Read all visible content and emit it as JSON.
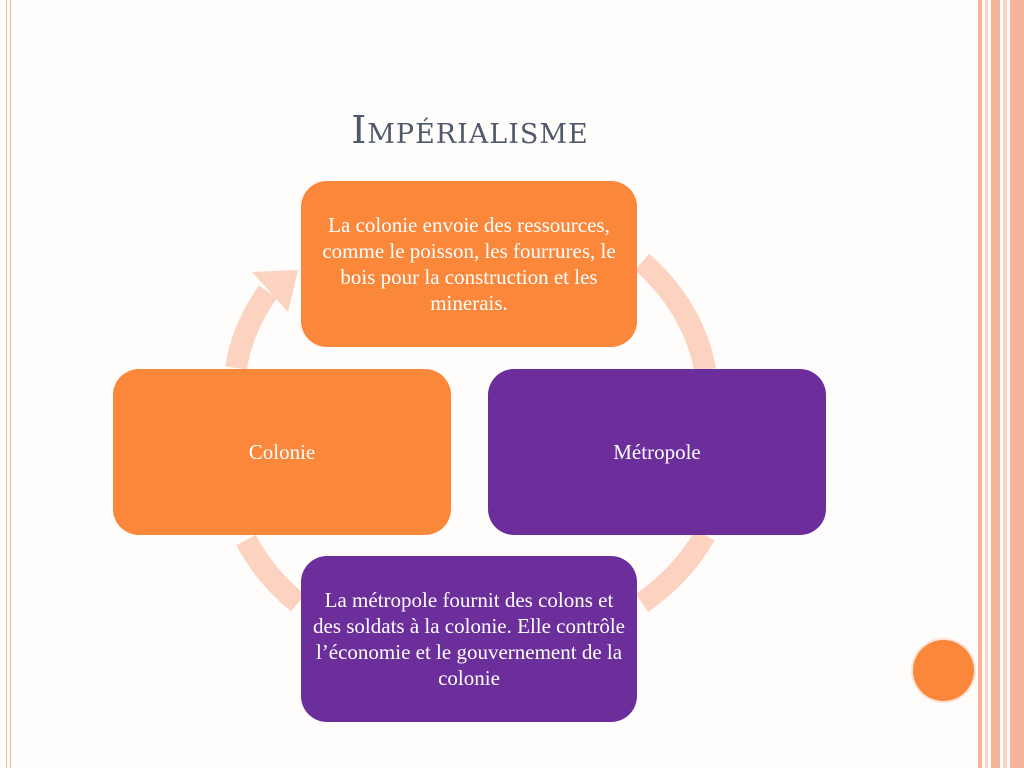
{
  "slide": {
    "title": "Impérialisme"
  },
  "diagram": {
    "type": "cycle",
    "nodes": [
      {
        "id": "top",
        "text": "La colonie envoie des ressources, comme le poisson, les fourrures, le bois pour la construction et les minerais.",
        "color": "#fb873a"
      },
      {
        "id": "right",
        "text": "Métropole",
        "color": "#6b2e9b"
      },
      {
        "id": "bottom",
        "text": "La métropole fournit des colons et des soldats à la colonie. Elle contrôle l’économie et le gouvernement de la colonie",
        "color": "#6b2e9b"
      },
      {
        "id": "left",
        "text": "Colonie",
        "color": "#fb873a"
      }
    ],
    "arrow_color": "#fcd2c0",
    "direction": "clockwise"
  },
  "colors": {
    "title": "#4e5a6c",
    "accent_orange": "#fb873a",
    "accent_purple": "#6b2e9b",
    "stripe": "#f6b49b"
  }
}
